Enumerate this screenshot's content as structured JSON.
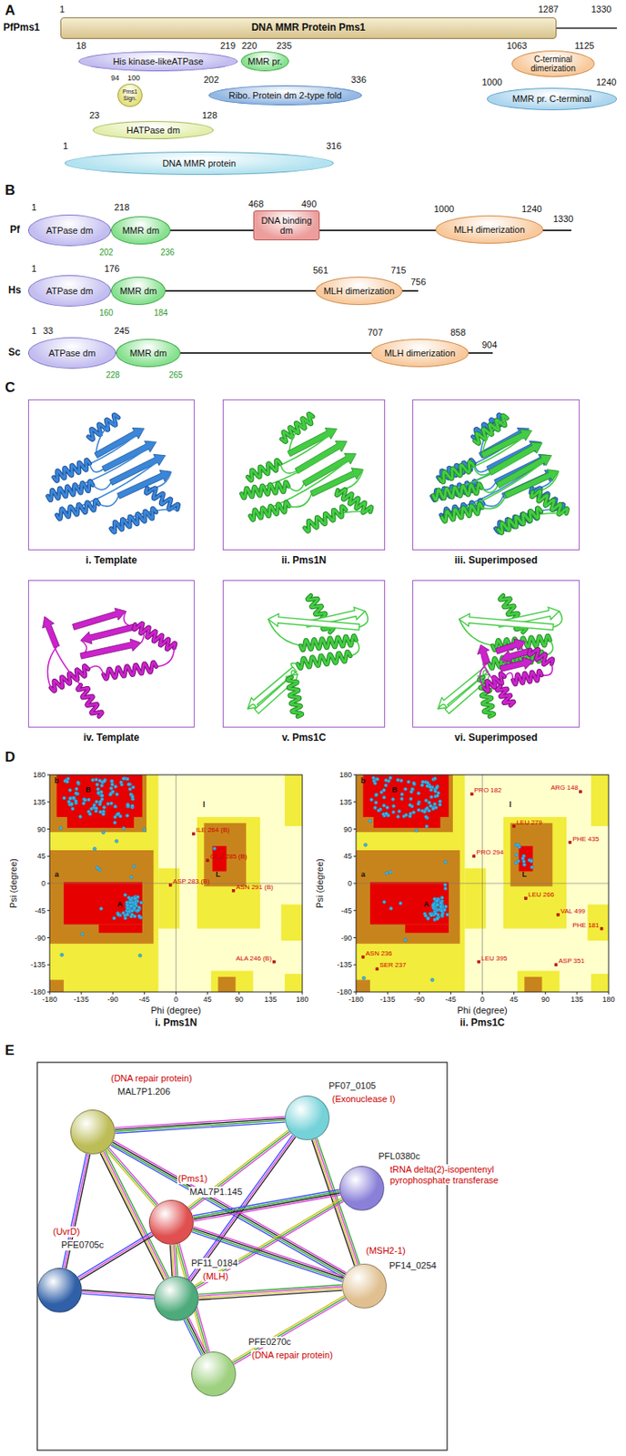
{
  "diagram": {
    "nodes": [
      {
        "text": [
          "DNA MMR Protein Pms1"
        ]
      },
      {
        "text": [
          "His kinase-likeATPase"
        ]
      },
      {
        "text": [
          "MMR pr."
        ]
      },
      {
        "text": [
          "C-terminal dimerization"
        ]
      },
      {
        "text": [
          "Pms1 Sign."
        ]
      },
      {
        "text": [
          "Ribo. Protein dm 2-type fold"
        ]
      },
      {
        "text": [
          "MMR pr. C-terminal"
        ]
      },
      {
        "text": [
          "HATPase dm"
        ]
      },
      {
        "text": [
          "DNA MMR protein"
        ]
      },
      {
        "text": [
          "ATPase dm"
        ]
      },
      {
        "text": [
          "MMR dm"
        ]
      },
      {
        "text": [
          "DNA binding dm"
        ]
      },
      {
        "text": [
          "MLH dimerization"
        ]
      },
      {
        "text": [
          "ATPase dm"
        ]
      },
      {
        "text": [
          "MMR dm"
        ]
      },
      {
        "text": [
          "MLH dimerization"
        ]
      },
      {
        "text": [
          "ATPase dm"
        ]
      },
      {
        "text": [
          "MMR dm"
        ]
      },
      {
        "text": [
          "MLH dimerization"
        ]
      },
      {
        "text": [
          "i. Template"
        ]
      },
      {
        "text": [
          "ii. Pms1N"
        ]
      },
      {
        "text": [
          "iii. Superimposed"
        ]
      },
      {
        "text": [
          "iv. Template"
        ]
      },
      {
        "text": [
          "v. Pms1C"
        ]
      },
      {
        "text": [
          "vi. Superimposed"
        ]
      },
      {
        "text": [
          "(DNA repair protein)",
          "MAL7P1.206"
        ]
      },
      {
        "text": [
          "PF07_0105",
          "(Exonuclease I)"
        ]
      },
      {
        "text": [
          "PFL0380c",
          "tRNA delta(2)-isopentenyl pyrophosphate transferase"
        ]
      },
      {
        "text": [
          "(Pms1)",
          "MAL7P1.145"
        ]
      },
      {
        "text": [
          "(UvrD)",
          "PFE0705c"
        ]
      },
      {
        "text": [
          "PF11_0184",
          "(MLH)"
        ]
      },
      {
        "text": [
          "(MSH2-1)",
          "PF14_0254"
        ]
      },
      {
        "text": [
          "PFE0270c",
          "(DNA repair protein)"
        ]
      }
    ],
    "edges": [
      {
        "from": 25,
        "to": 26,
        "arrow": "none"
      },
      {
        "from": 25,
        "to": 28,
        "arrow": "none"
      },
      {
        "from": 25,
        "to": 29,
        "arrow": "none"
      },
      {
        "from": 25,
        "to": 30,
        "arrow": "none"
      },
      {
        "from": 25,
        "to": 31,
        "arrow": "none"
      },
      {
        "from": 26,
        "to": 28,
        "arrow": "none"
      },
      {
        "from": 26,
        "to": 30,
        "arrow": "none"
      },
      {
        "from": 26,
        "to": 31,
        "arrow": "none"
      },
      {
        "from": 27,
        "to": 28,
        "arrow": "none"
      },
      {
        "from": 27,
        "to": 30,
        "arrow": "none"
      },
      {
        "from": 28,
        "to": 29,
        "arrow": "none"
      },
      {
        "from": 28,
        "to": 30,
        "arrow": "none"
      },
      {
        "from": 28,
        "to": 31,
        "arrow": "none"
      },
      {
        "from": 28,
        "to": 32,
        "arrow": "none"
      },
      {
        "from": 29,
        "to": 30,
        "arrow": "none"
      },
      {
        "from": 30,
        "to": 31,
        "arrow": "none"
      },
      {
        "from": 30,
        "to": 32,
        "arrow": "none"
      },
      {
        "from": 31,
        "to": 32,
        "arrow": "none"
      }
    ],
    "labels": [
      "A",
      "PfPms1",
      "1",
      "1287",
      "1330",
      "18",
      "219",
      "220",
      "235",
      "1063",
      "1125",
      "94",
      "100",
      "202",
      "336",
      "1000",
      "1240",
      "23",
      "128",
      "1",
      "316",
      "B",
      "Pf",
      "1",
      "218",
      "202",
      "236",
      "468",
      "490",
      "1000",
      "1240",
      "1330",
      "Hs",
      "1",
      "176",
      "160",
      "184",
      "561",
      "715",
      "756",
      "Sc",
      "1",
      "33",
      "245",
      "228",
      "265",
      "707",
      "858",
      "904",
      "C",
      "D",
      "Psi (degree)",
      "180",
      "135",
      "90",
      "45",
      "0",
      "-45",
      "-90",
      "-135",
      "-180",
      "-180",
      "-135",
      "-90",
      "-45",
      "0",
      "45",
      "90",
      "135",
      "180",
      "Phi (degree)",
      "b",
      "B",
      "a",
      "A",
      "l",
      "L",
      "ILE 264 (B)",
      "GLU 285 (B)",
      "ASP 283 (B)",
      "ASN 291 (B)",
      "ALA 246 (B)",
      "i. Pms1N",
      "Psi (degree)",
      "180",
      "135",
      "90",
      "45",
      "0",
      "-45",
      "-90",
      "-135",
      "-180",
      "-180",
      "-135",
      "-90",
      "-45",
      "0",
      "45",
      "90",
      "135",
      "180",
      "Phi (degree)",
      "b",
      "B",
      "a",
      "A",
      "l",
      "L",
      "PRO 182",
      "ARG 148",
      "LEU 279",
      "PHE 435",
      "PRO 294",
      "LEU 266",
      "VAL 499",
      "PHE 181",
      "ASN 236",
      "SER 237",
      "LEU 395",
      "ASP 351",
      "ii. Pms1C",
      "E"
    ]
  }
}
